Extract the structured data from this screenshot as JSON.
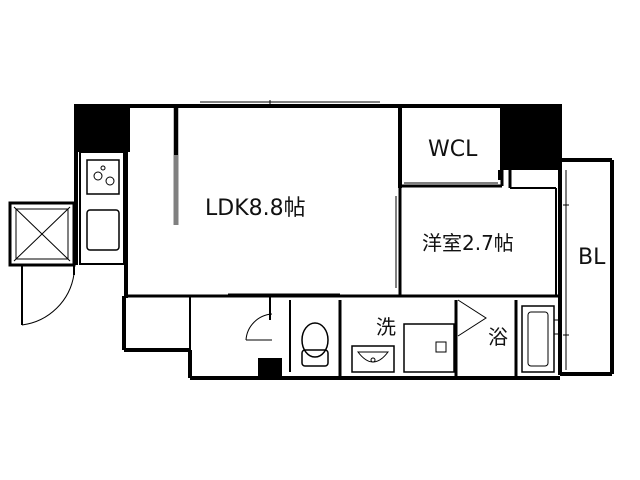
{
  "rooms": {
    "ldk": "LDK8.8帖",
    "wcl": "WCL",
    "western": "洋室2.7帖",
    "bl": "BL",
    "wash": "洗",
    "bath": "浴"
  },
  "colors": {
    "wall": "#000000",
    "line": "#000000",
    "background": "#ffffff",
    "divider": "#808080"
  }
}
